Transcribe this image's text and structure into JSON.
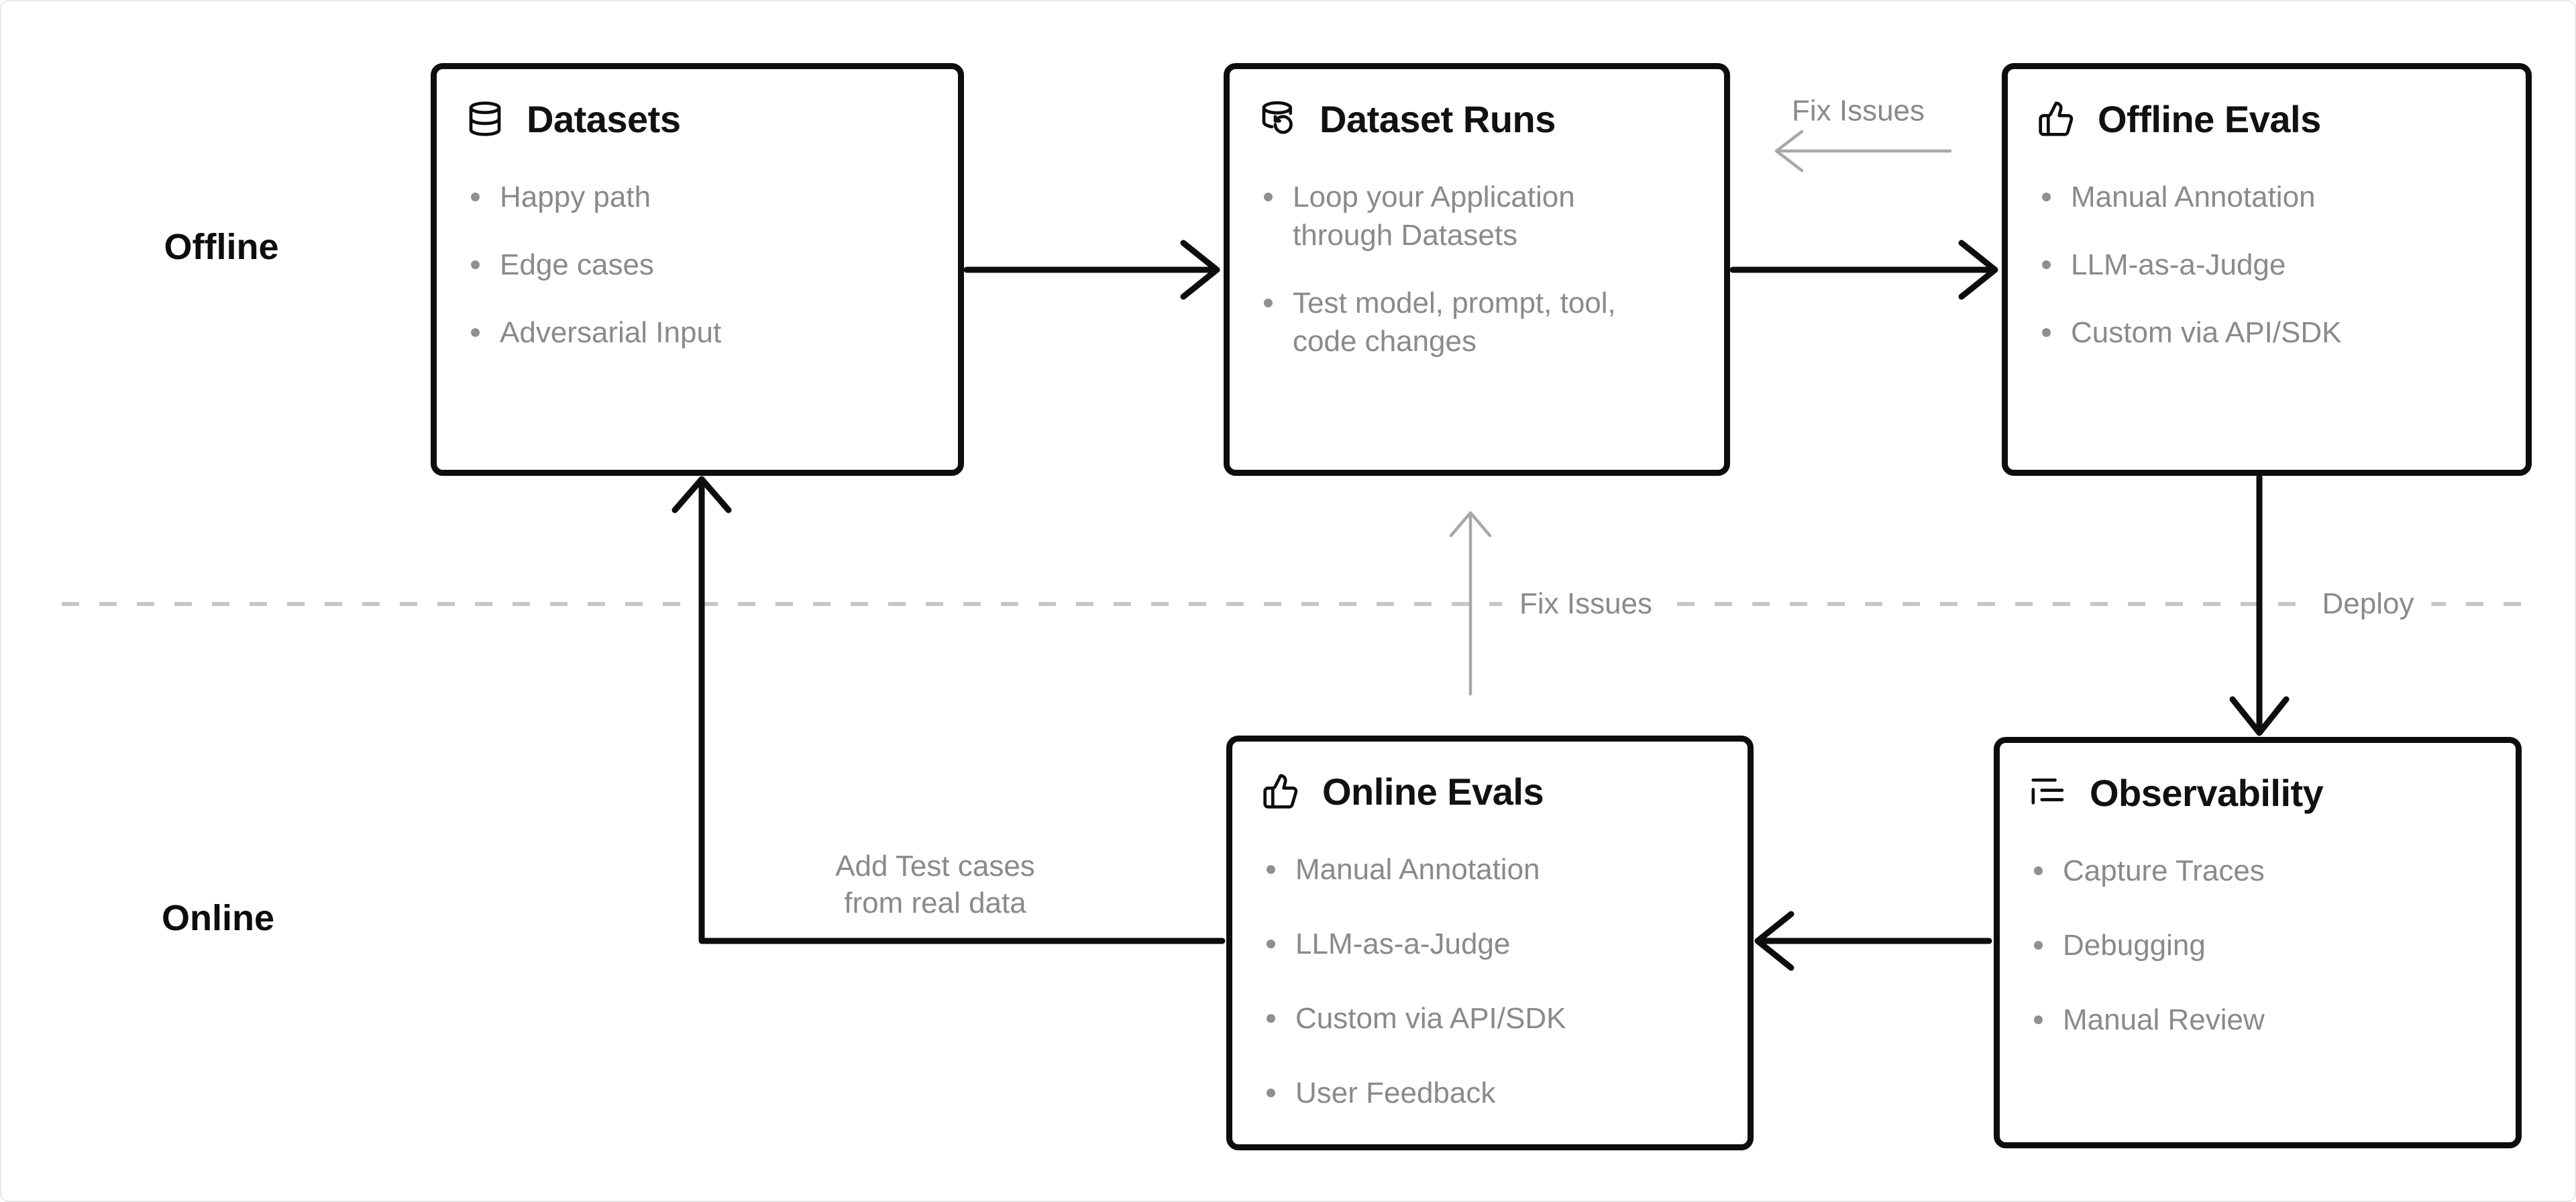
{
  "colors": {
    "background": "#ffffff",
    "outer_border": "#e7e7e7",
    "box_border": "#0d0d0d",
    "title_text": "#111111",
    "muted_text": "#8a8a8a",
    "black_arrow": "#0d0d0d",
    "gray_arrow": "#a8a8a8",
    "dashed_line": "#c6c6c6"
  },
  "sections": {
    "offline_label": "Offline",
    "online_label": "Online"
  },
  "boxes": [
    {
      "id": "datasets",
      "icon": "database-icon",
      "title": "Datasets",
      "items": [
        "Happy path",
        "Edge cases",
        "Adversarial Input"
      ]
    },
    {
      "id": "dataset-runs",
      "icon": "database-refresh-icon",
      "title": "Dataset Runs",
      "items": [
        "Loop your Application\nthrough Datasets",
        "Test model, prompt, tool,\ncode changes"
      ]
    },
    {
      "id": "offline-evals",
      "icon": "thumbs-up-icon",
      "title": "Offline Evals",
      "items": [
        "Manual Annotation",
        "LLM-as-a-Judge",
        "Custom via API/SDK"
      ]
    },
    {
      "id": "online-evals",
      "icon": "thumbs-up-icon",
      "title": "Online Evals",
      "items": [
        "Manual Annotation",
        "LLM-as-a-Judge",
        "Custom via API/SDK",
        "User Feedback"
      ]
    },
    {
      "id": "observability",
      "icon": "logs-icon",
      "title": "Observability",
      "items": [
        "Capture Traces",
        "Debugging",
        "Manual Review"
      ]
    }
  ],
  "edge_labels": {
    "fix_issues_top": "Fix Issues",
    "fix_issues_mid": "Fix Issues",
    "deploy": "Deploy",
    "add_test_cases": "Add Test cases\nfrom real data"
  }
}
